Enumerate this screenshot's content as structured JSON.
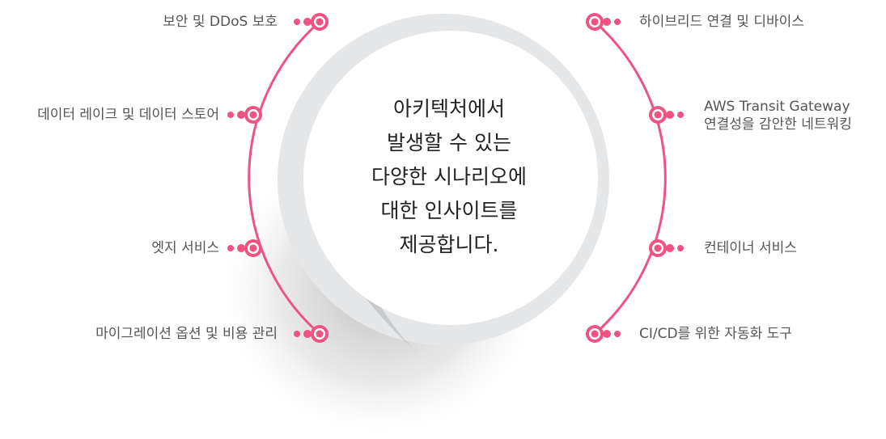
{
  "center": {
    "lines": [
      "아키텍처에서",
      "발생할 수 있는",
      "다양한 시나리오에",
      "대한 인사이트를",
      "제공합니다."
    ]
  },
  "left_items": [
    {
      "label": "보안 및 DDoS 보호"
    },
    {
      "label": "데이터 레이크 및 데이터 스토어"
    },
    {
      "label": "엣지 서비스"
    },
    {
      "label": "마이그레이션 옵션 및 비용 관리"
    }
  ],
  "right_items": [
    {
      "label": "하이브리드 연결 및 디바이스"
    },
    {
      "label": "AWS Transit Gateway",
      "label2": "연결성을 감안한 네트워킹"
    },
    {
      "label": "컨테이너 서비스"
    },
    {
      "label": "CI/CD를 위한 자동화 도구"
    }
  ],
  "colors": {
    "accent": "#ef5383",
    "ring": "#e6e7e9",
    "text": "#555555"
  }
}
